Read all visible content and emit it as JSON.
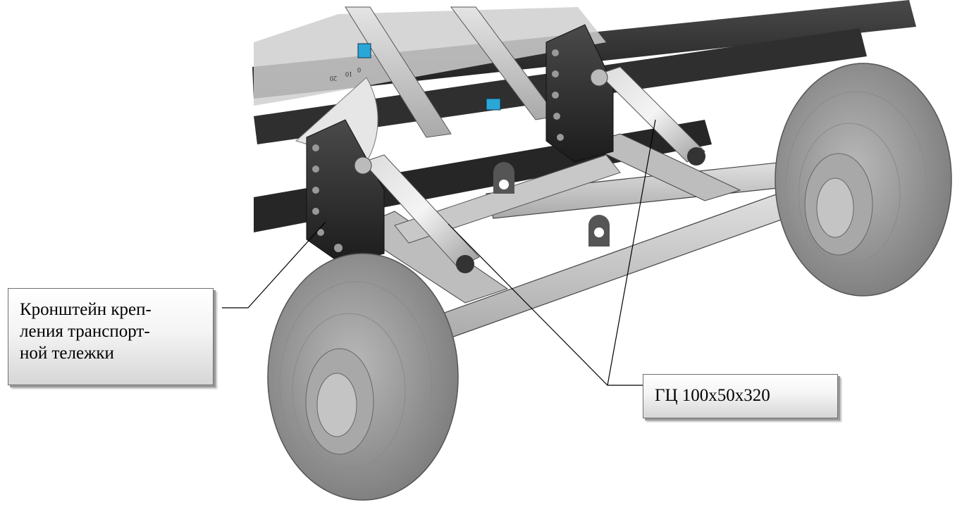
{
  "callouts": {
    "bracket": {
      "lines": [
        "Кронштейн креп-",
        "ления транспорт-",
        "ной тележки"
      ]
    },
    "cylinder": {
      "text": "ГЦ 100x50x320"
    }
  },
  "scale_marks": [
    "20",
    "10",
    "0"
  ],
  "colors": {
    "frame_dark": "#2b2b2b",
    "frame_steel": "#c9c9c9",
    "tire": "#9a9a9a",
    "sensor": "#2aa7d6",
    "leader": "#000000"
  }
}
